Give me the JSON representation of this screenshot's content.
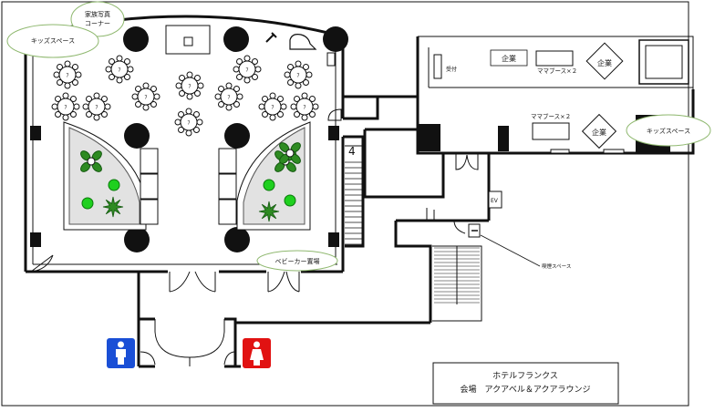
{
  "labels": {
    "family_photo_corner": "家族写真\nコーナー",
    "kids_space_left": "キッズスペース",
    "kids_space_right": "キッズスペース",
    "stroller_parking": "ベビーカー置場",
    "company_a": "企業",
    "company_b": "企業",
    "company_c": "企業",
    "mama_booth_top": "ママブース×２",
    "mama_booth_mid": "ママブース×２",
    "reception": "受付",
    "smoking_space": "喫煙スペース",
    "elevator": "EV"
  },
  "venue_box": {
    "hotel_name": "ホテルフランクス",
    "venue_name": "会場　アクアベル＆アクアラウンジ"
  },
  "table_label": "7",
  "restroom_colors": {
    "male": "#1a4fd6",
    "female": "#e11212"
  },
  "icons": [
    "male-restroom-icon",
    "female-restroom-icon",
    "piano-icon",
    "plant-icon",
    "elevator-icon"
  ]
}
